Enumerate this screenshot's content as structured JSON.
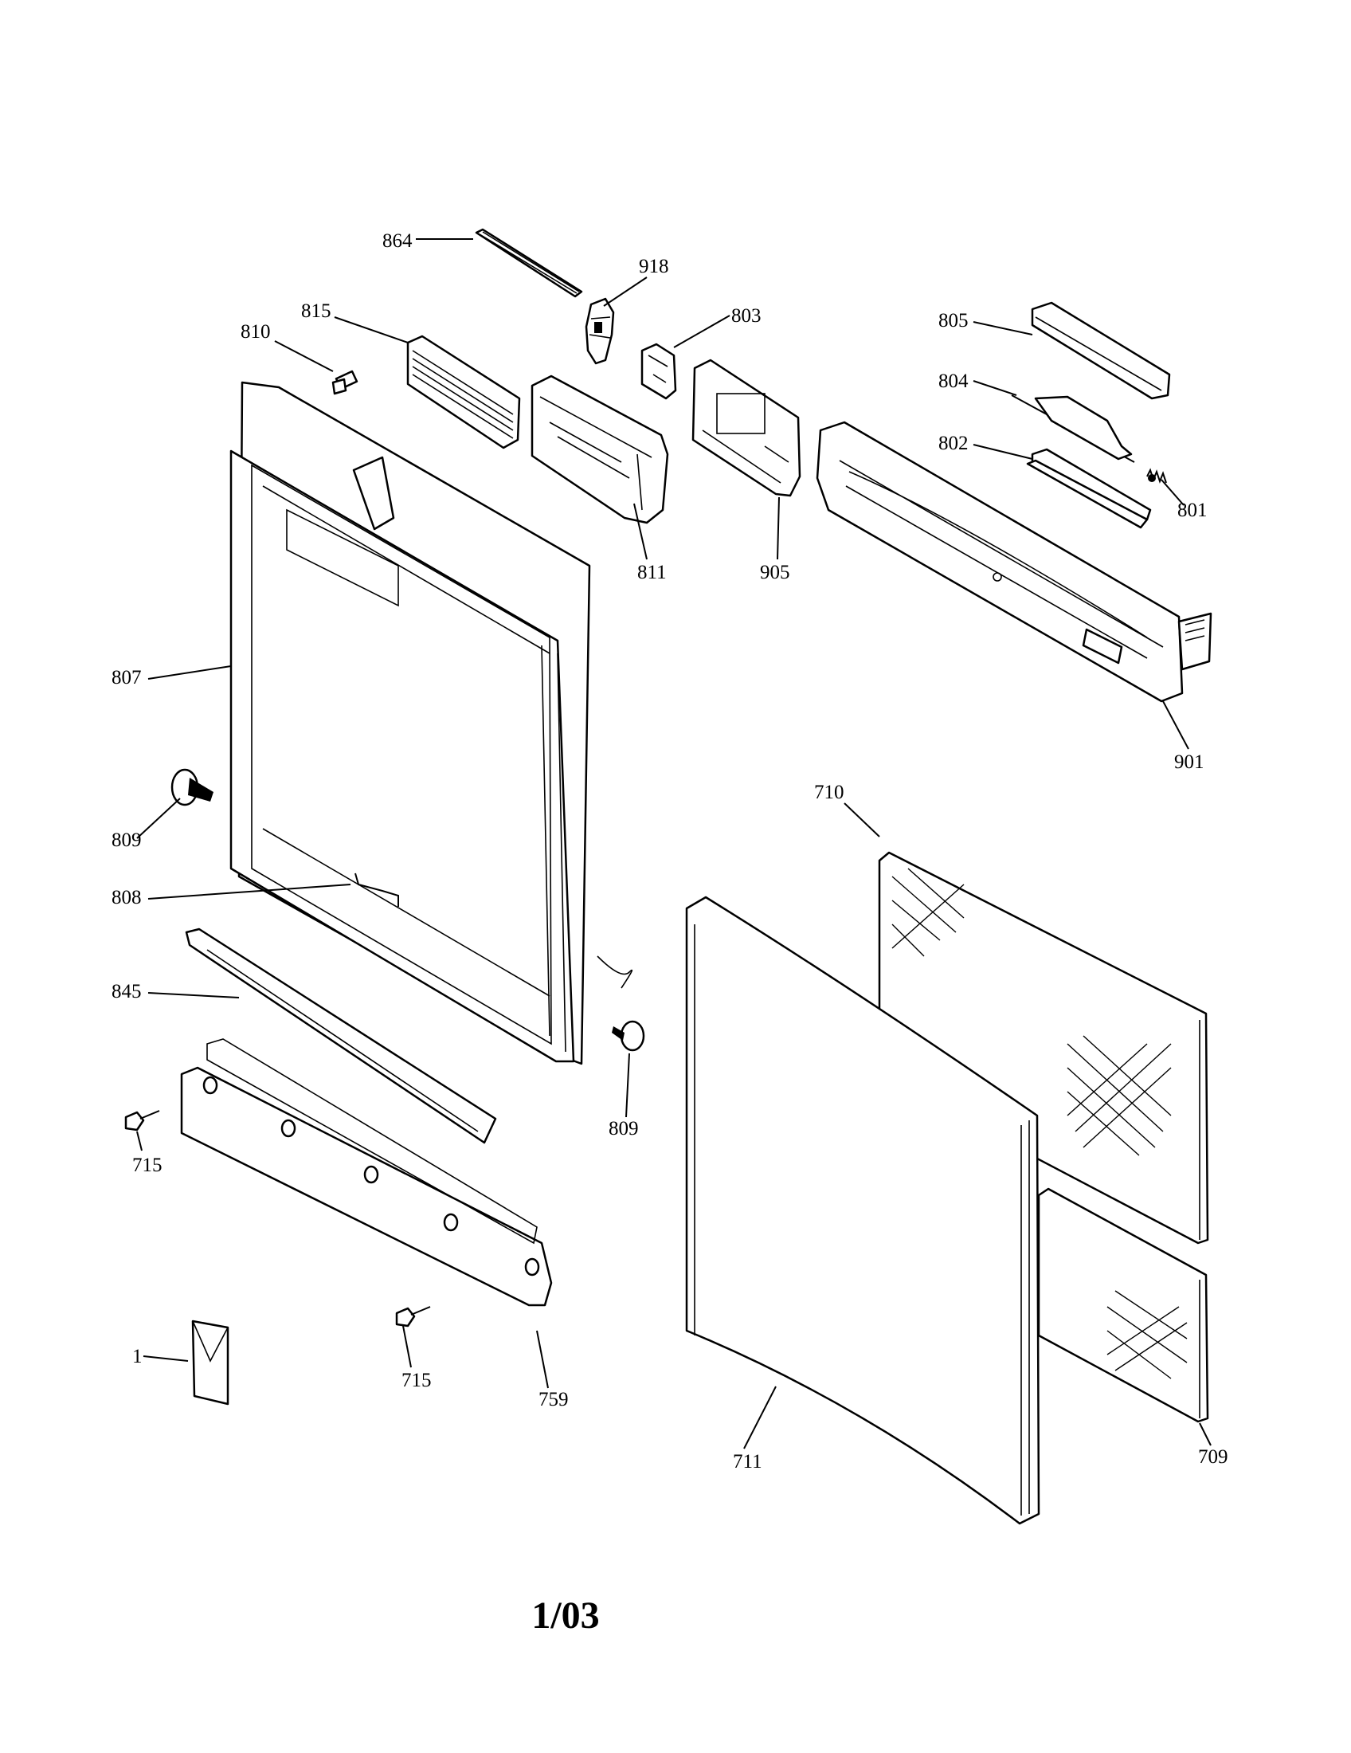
{
  "diagram": {
    "parts": [
      {
        "id": "864",
        "label": "864"
      },
      {
        "id": "918",
        "label": "918"
      },
      {
        "id": "815",
        "label": "815"
      },
      {
        "id": "810",
        "label": "810"
      },
      {
        "id": "803",
        "label": "803"
      },
      {
        "id": "805",
        "label": "805"
      },
      {
        "id": "804",
        "label": "804"
      },
      {
        "id": "802",
        "label": "802"
      },
      {
        "id": "801",
        "label": "801"
      },
      {
        "id": "811",
        "label": "811"
      },
      {
        "id": "905",
        "label": "905"
      },
      {
        "id": "807",
        "label": "807"
      },
      {
        "id": "901",
        "label": "901"
      },
      {
        "id": "710",
        "label": "710"
      },
      {
        "id": "809a",
        "label": "809"
      },
      {
        "id": "808",
        "label": "808"
      },
      {
        "id": "845",
        "label": "845"
      },
      {
        "id": "809b",
        "label": "809"
      },
      {
        "id": "715a",
        "label": "715"
      },
      {
        "id": "1",
        "label": "1"
      },
      {
        "id": "715b",
        "label": "715"
      },
      {
        "id": "759",
        "label": "759"
      },
      {
        "id": "711",
        "label": "711"
      },
      {
        "id": "709",
        "label": "709"
      }
    ]
  },
  "footer": {
    "date_code": "1/03"
  }
}
